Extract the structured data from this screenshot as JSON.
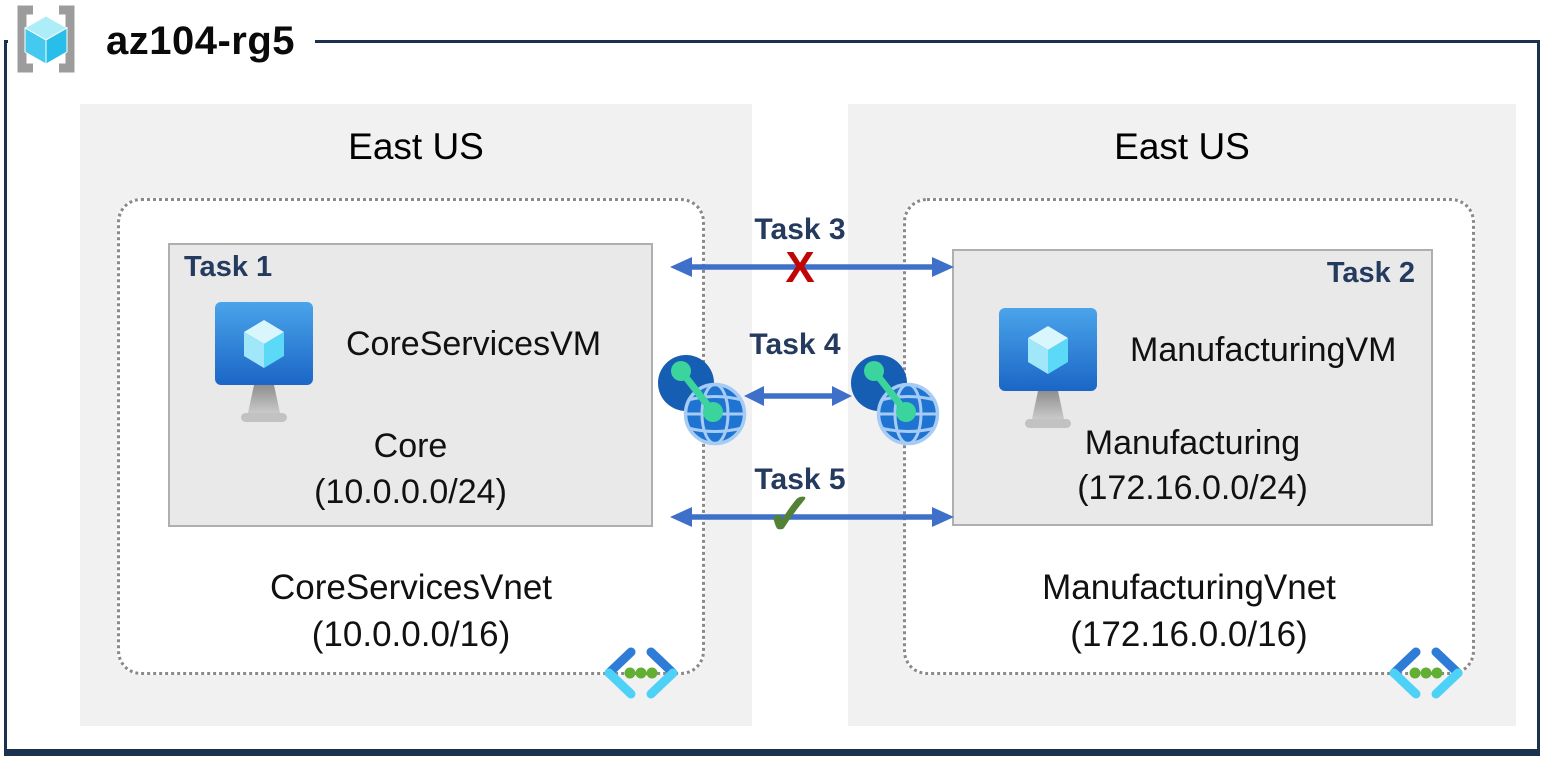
{
  "resource_group": {
    "name": "az104-rg5"
  },
  "regions": [
    {
      "name": "East US",
      "vnet": {
        "name": "CoreServicesVnet",
        "cidr": "(10.0.0.0/16)",
        "subnet": {
          "task_label": "Task 1",
          "vm_name": "CoreServicesVM",
          "name": "Core",
          "cidr": "(10.0.0.0/24)"
        }
      }
    },
    {
      "name": "East US",
      "vnet": {
        "name": "ManufacturingVnet",
        "cidr": "(172.16.0.0/16)",
        "subnet": {
          "task_label": "Task 2",
          "vm_name": "ManufacturingVM",
          "name": "Manufacturing",
          "cidr": "(172.16.0.0/24)"
        }
      }
    }
  ],
  "connections": [
    {
      "label": "Task 3",
      "marker": "X",
      "status": "blocked"
    },
    {
      "label": "Task 4",
      "marker": "",
      "status": "peering"
    },
    {
      "label": "Task 5",
      "marker": "✓",
      "status": "allowed"
    }
  ],
  "colors": {
    "border": "#1B3150",
    "region_bg": "#F1F1F1",
    "subnet_bg": "#E9E9E9",
    "task_color": "#243A5E",
    "arrow_blue": "#3E70C9",
    "x_red": "#C00505",
    "check_green": "#538135",
    "dotted_gray": "#8A8A8A"
  }
}
